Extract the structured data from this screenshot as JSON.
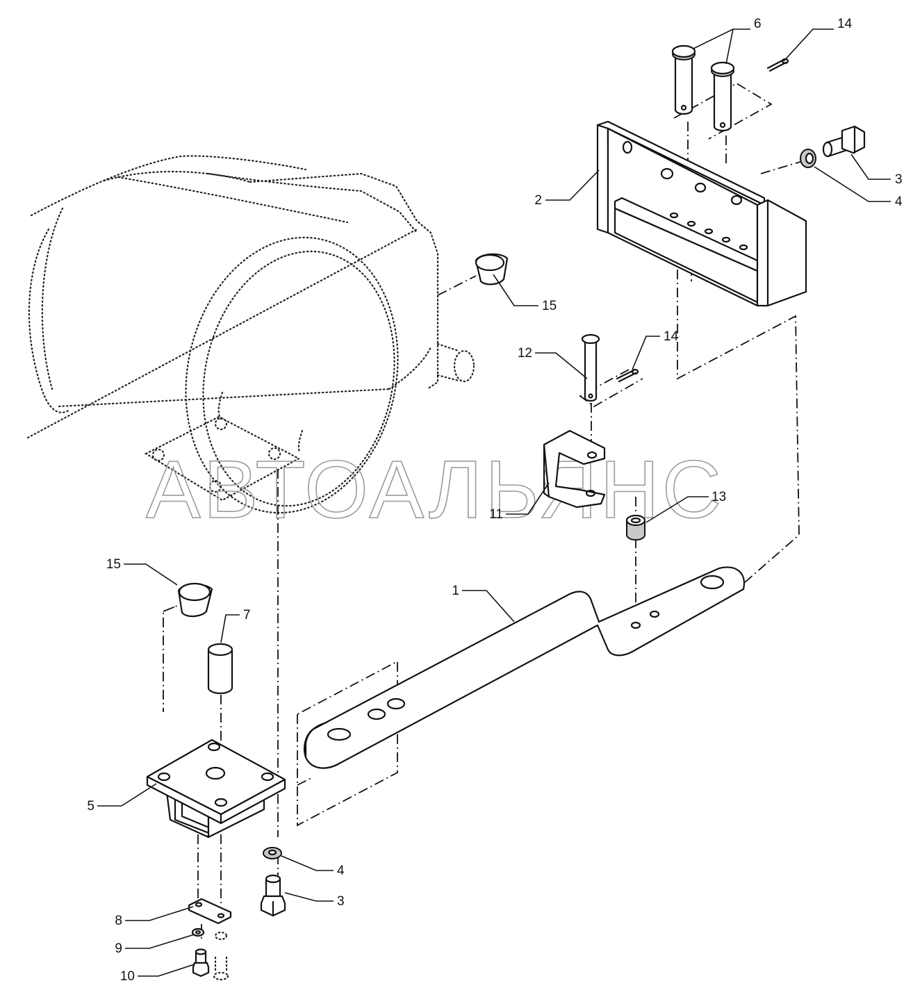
{
  "watermark": "АВТОАЛЬЯНС",
  "callouts": [
    {
      "id": "c6",
      "label": "6"
    },
    {
      "id": "c14a",
      "label": "14"
    },
    {
      "id": "c2",
      "label": "2"
    },
    {
      "id": "c3a",
      "label": "3"
    },
    {
      "id": "c4a",
      "label": "4"
    },
    {
      "id": "c15a",
      "label": "15"
    },
    {
      "id": "c12",
      "label": "12"
    },
    {
      "id": "c14b",
      "label": "14"
    },
    {
      "id": "c11",
      "label": "11"
    },
    {
      "id": "c13",
      "label": "13"
    },
    {
      "id": "c15b",
      "label": "15"
    },
    {
      "id": "c7",
      "label": "7"
    },
    {
      "id": "c1",
      "label": "1"
    },
    {
      "id": "c5",
      "label": "5"
    },
    {
      "id": "c4b",
      "label": "4"
    },
    {
      "id": "c3b",
      "label": "3"
    },
    {
      "id": "c8",
      "label": "8"
    },
    {
      "id": "c9",
      "label": "9"
    },
    {
      "id": "c10",
      "label": "10"
    }
  ],
  "colors": {
    "line": "#111111",
    "watermark": "#9a9a9a",
    "background": "#ffffff"
  }
}
